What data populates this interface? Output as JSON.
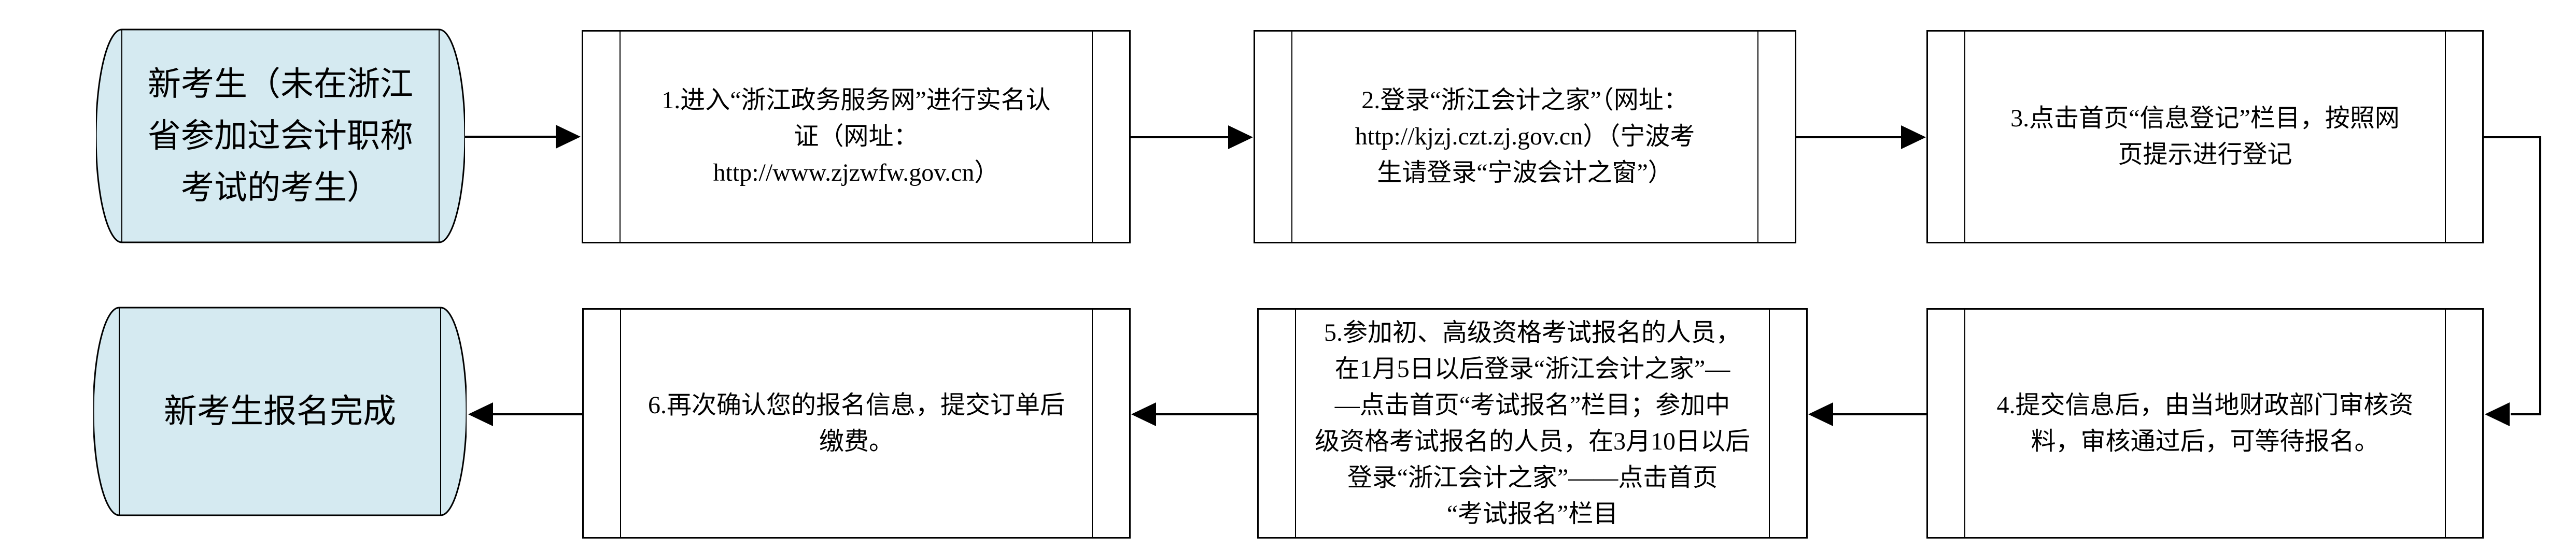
{
  "diagram": {
    "colors": {
      "terminal_fill": "#d5eaf1",
      "process_fill": "#ffffff",
      "stroke": "#000000",
      "background": "#ffffff"
    },
    "nodes": {
      "start": {
        "shape": "cylinder-terminal",
        "text": "新考生（未在浙江省参加过会计职称考试的考生）",
        "lines": [
          "新考生（未在浙江",
          "省参加过会计职称",
          "考试的考生）"
        ]
      },
      "step1": {
        "shape": "predefined-process",
        "text": "1.进入“浙江政务服务网”进行实名认证（网址：http://www.zjzwfw.gov.cn）",
        "lines": [
          "1.进入“浙江政务服务网”进行实名认",
          "证（网址：",
          "http://www.zjzwfw.gov.cn）"
        ]
      },
      "step2": {
        "shape": "predefined-process",
        "text": "2.登录“浙江会计之家”（网址：http://kjzj.czt.zj.gov.cn）（宁波考生请登录“宁波会计之窗”）",
        "lines": [
          "2.登录“浙江会计之家”（网址：",
          "http://kjzj.czt.zj.gov.cn）（宁波考",
          "生请登录“宁波会计之窗”）"
        ]
      },
      "step3": {
        "shape": "predefined-process",
        "text": "3.点击首页“信息登记”栏目，按照网页提示进行登记",
        "lines": [
          "3.点击首页“信息登记”栏目，按照网",
          "页提示进行登记"
        ]
      },
      "step4": {
        "shape": "predefined-process",
        "text": "4.提交信息后，由当地财政部门审核资料，审核通过后，可等待报名。",
        "lines": [
          "4.提交信息后，由当地财政部门审核资",
          "料，审核通过后，可等待报名。"
        ]
      },
      "step5": {
        "shape": "predefined-process",
        "text": "5.参加初、高级资格考试报名的人员，在1月5日以后登录“浙江会计之家”——点击首页“考试报名”栏目；参加中级资格考试报名的人员，在3月10日以后登录“浙江会计之家”——点击首页“考试报名”栏目",
        "lines": [
          "5.参加初、高级资格考试报名的人员，",
          "在1月5日以后登录“浙江会计之家”—",
          "—点击首页“考试报名”栏目；参加中",
          "级资格考试报名的人员，在3月10日以后",
          "登录“浙江会计之家”——点击首页",
          "“考试报名”栏目"
        ]
      },
      "step6": {
        "shape": "predefined-process",
        "text": "6.再次确认您的报名信息，提交订单后缴费。",
        "lines": [
          "6.再次确认您的报名信息，提交订单后",
          "缴费。"
        ]
      },
      "end": {
        "shape": "cylinder-terminal",
        "text": "新考生报名完成",
        "lines": [
          "新考生报名完成"
        ]
      }
    },
    "edges": [
      {
        "from": "start",
        "to": "step1"
      },
      {
        "from": "step1",
        "to": "step2"
      },
      {
        "from": "step2",
        "to": "step3"
      },
      {
        "from": "step3",
        "to": "step4"
      },
      {
        "from": "step4",
        "to": "step5"
      },
      {
        "from": "step5",
        "to": "step6"
      },
      {
        "from": "step6",
        "to": "end"
      }
    ]
  }
}
